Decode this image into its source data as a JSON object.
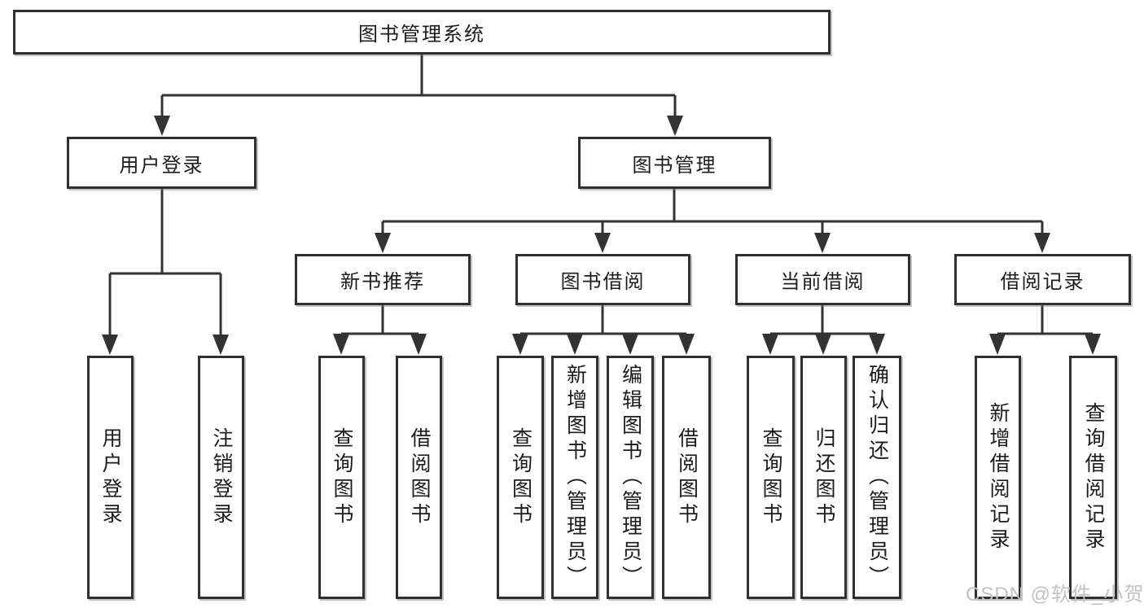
{
  "tree": {
    "root": "图书管理系统",
    "level2": [
      {
        "label": "用户登录",
        "leaves": [
          "用户登录",
          "注销登录"
        ]
      },
      {
        "label": "图书管理",
        "groups": [
          {
            "label": "新书推荐",
            "leaves": [
              "查询图书",
              "借阅图书"
            ]
          },
          {
            "label": "图书借阅",
            "leaves": [
              "查询图书",
              "新增图书（管理员）",
              "编辑图书（管理员）",
              "借阅图书"
            ]
          },
          {
            "label": "当前借阅",
            "leaves": [
              "查询图书",
              "归还图书",
              "确认归还（管理员）"
            ]
          },
          {
            "label": "借阅记录",
            "leaves": [
              "新增借阅记录",
              "查询借阅记录"
            ]
          }
        ]
      }
    ]
  },
  "watermark": {
    "text": "CSDN @软件_小贺同学"
  },
  "colors": {
    "line": "#333333",
    "box_border": "#2f2f2f",
    "text": "#1c1c1c",
    "watermark_text": "#c2c2c2",
    "background": "#ffffff"
  }
}
